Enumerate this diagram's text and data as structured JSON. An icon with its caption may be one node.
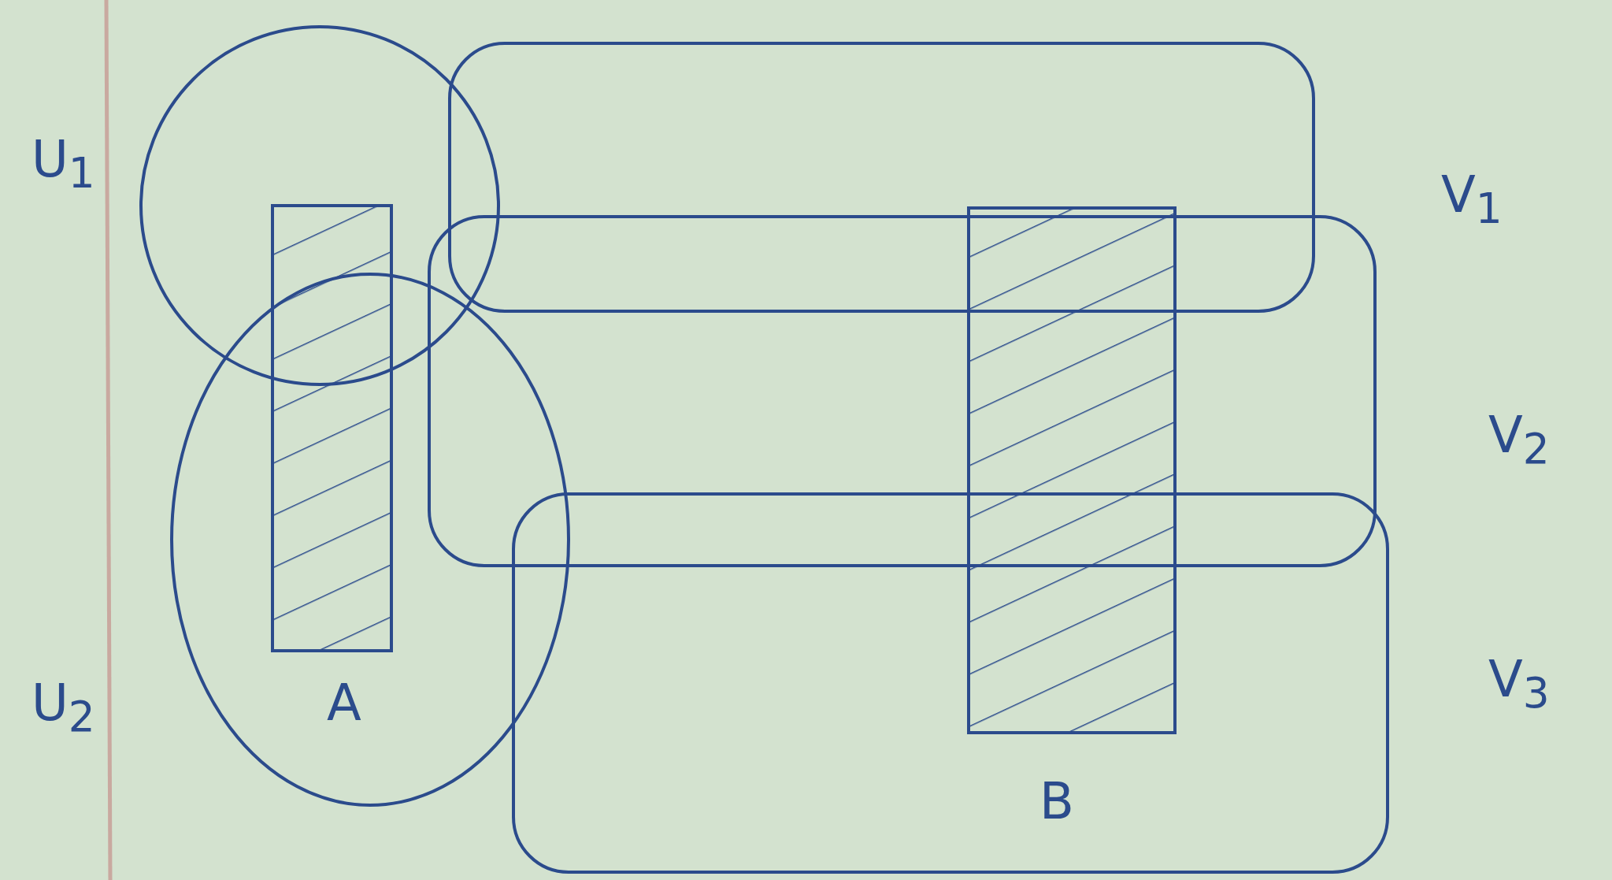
{
  "diagram": {
    "nodes": [
      {
        "text": [
          "U$_{1}$"
        ]
      },
      {
        "text": [
          "U$_{2}$"
        ]
      },
      {
        "text": [],
        "shape": "box"
      },
      {
        "text": [],
        "shape": "box"
      },
      {
        "text": [
          "V$_{1}$"
        ]
      },
      {
        "text": [
          "V$_{2}$"
        ]
      },
      {
        "text": [
          "V$_{3}$"
        ]
      }
    ],
    "labels": [
      "A",
      "B"
    ]
  }
}
